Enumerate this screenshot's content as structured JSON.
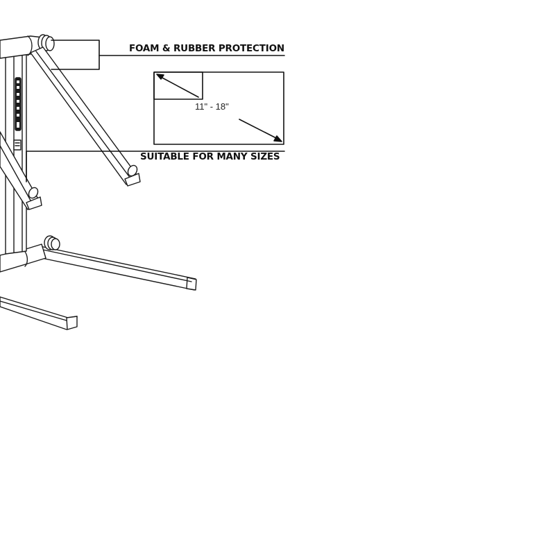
{
  "diagram": {
    "subject": "laptop-stand",
    "callouts": [
      {
        "id": "foam",
        "label": "FOAM & RUBBER PROTECTION"
      },
      {
        "id": "sizes",
        "label": "SUITABLE FOR MANY SIZES"
      }
    ],
    "size_range": "11\" - 18\"",
    "colors": {
      "line": "#1a1a1a",
      "background": "#ffffff",
      "fill": "#ffffff"
    }
  }
}
